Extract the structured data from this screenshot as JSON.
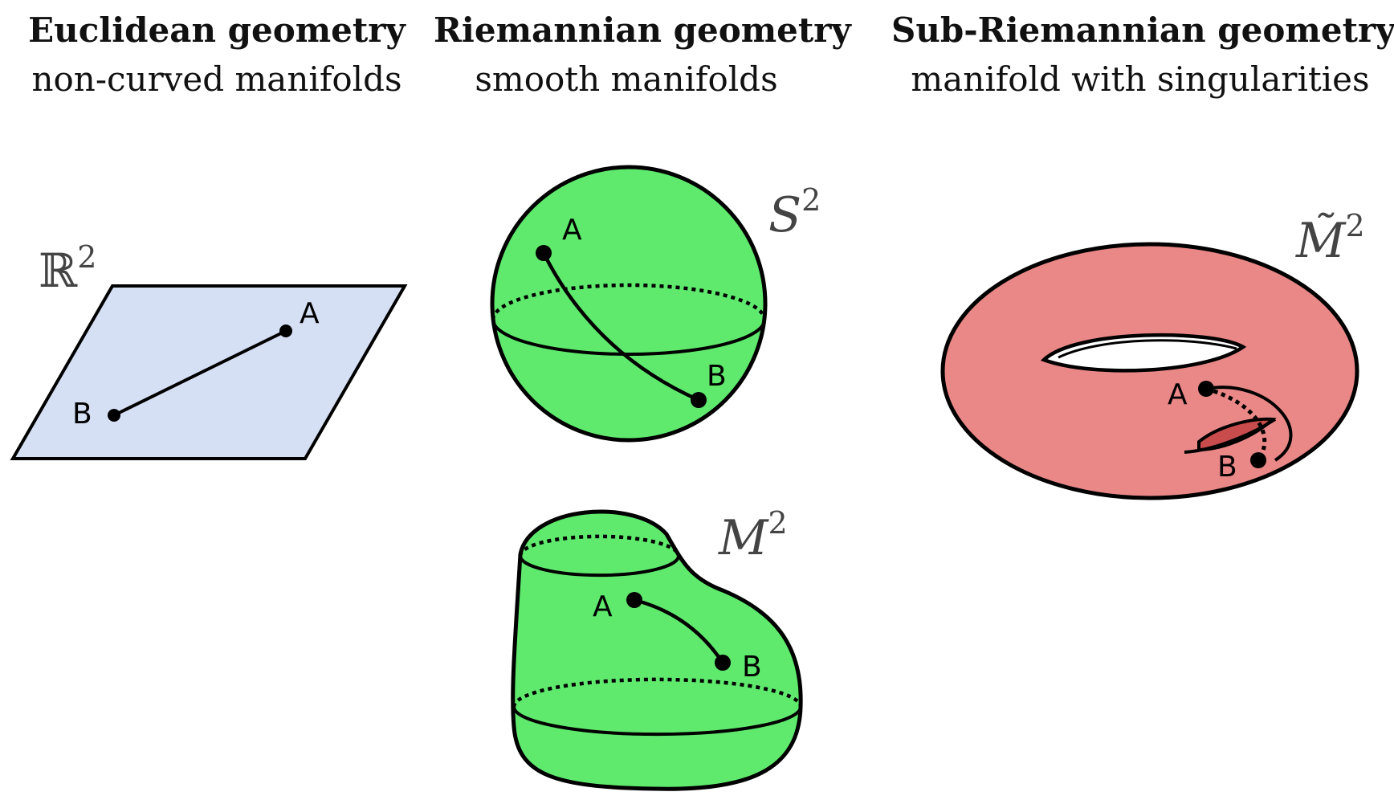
{
  "columns": [
    {
      "title": "Euclidean geometry",
      "subtitle": "non-curved manifolds"
    },
    {
      "title": "Riemannian geometry",
      "subtitle": "smooth manifolds"
    },
    {
      "title": "Sub-Riemannian geometry",
      "subtitle": "manifold with singularities"
    }
  ],
  "surfaces": {
    "plane": {
      "symbol": "ℝ",
      "exponent": "2",
      "point_a": "A",
      "point_b": "B",
      "fill": "#d6e0f5"
    },
    "sphere": {
      "symbol": "S",
      "exponent": "2",
      "point_a": "A",
      "point_b": "B",
      "fill": "#5fea6e"
    },
    "blob": {
      "symbol": "M",
      "exponent": "2",
      "point_a": "A",
      "point_b": "B",
      "fill": "#5fea6e"
    },
    "torus": {
      "symbol": "M̃",
      "exponent": "2",
      "point_a": "A",
      "point_b": "B",
      "fill": "#ea8888"
    }
  }
}
